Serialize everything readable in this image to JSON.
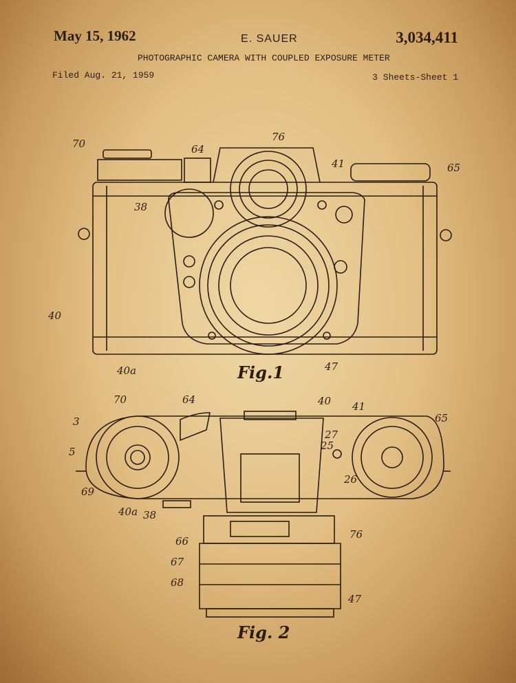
{
  "header": {
    "date": "May 15, 1962",
    "inventor": "E. SAUER",
    "patent_number": "3,034,411",
    "title": "PHOTOGRAPHIC CAMERA WITH COUPLED EXPOSURE METER",
    "filed": "Filed Aug. 21, 1959",
    "sheets": "3 Sheets-Sheet 1"
  },
  "figure1": {
    "caption": "Fig.1",
    "labels": [
      "70",
      "64",
      "76",
      "41",
      "65",
      "38",
      "40",
      "40a",
      "47"
    ]
  },
  "figure2": {
    "caption": "Fig. 2",
    "labels": [
      "70",
      "64",
      "40",
      "41",
      "65",
      "3",
      "5",
      "27",
      "25",
      "26",
      "69",
      "40a",
      "38",
      "66",
      "76",
      "67",
      "68",
      "47"
    ]
  },
  "colors": {
    "paper": "#e2bf84",
    "ink": "#2a1d10",
    "edge": "#9c6a35"
  }
}
